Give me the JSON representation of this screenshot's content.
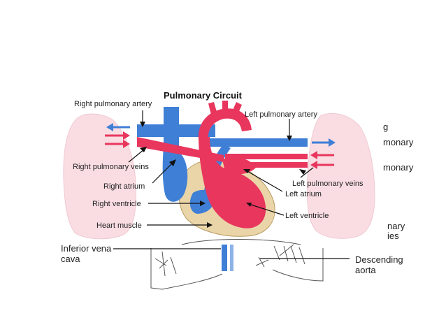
{
  "title": "Pulmonary Circuit",
  "labels": {
    "right_pulmonary_artery": "Right pulmonary artery",
    "left_pulmonary_artery": "Left pulmonary artery",
    "right_pulmonary_veins": "Right pulmonary veins",
    "left_pulmonary_veins": "Left pulmonary veins",
    "right_atrium": "Right atrium",
    "left_atrium": "Left atrium",
    "right_ventricle": "Right ventricle",
    "left_ventricle": "Left ventricle",
    "heart_muscle": "Heart muscle",
    "inferior_vena_cava_1": "Inferior vena",
    "inferior_vena_cava_2": "cava",
    "descending_aorta_1": "Descending",
    "descending_aorta_2": "aorta"
  },
  "cut_off_text": {
    "right_1": "g",
    "right_2": "monary",
    "right_3": "monary",
    "right_4": "nary",
    "right_5": "ies"
  },
  "colors": {
    "oxygenated": "#e8365d",
    "deoxygenated": "#3f7fd6",
    "lung": "#f9dde3",
    "muscle": "#ead5a8"
  }
}
